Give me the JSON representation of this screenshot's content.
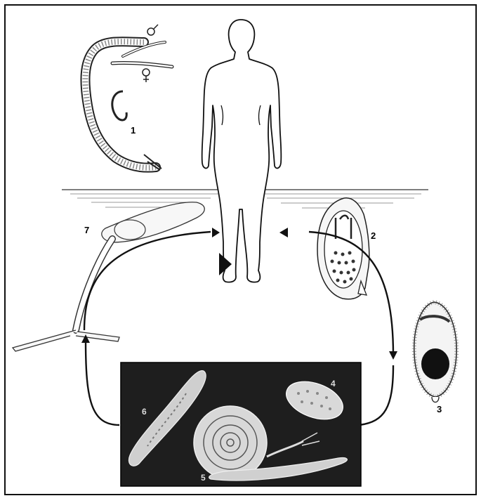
{
  "figure": {
    "labels": {
      "stage1": "1",
      "stage2": "2",
      "stage3": "3",
      "stage4": "4",
      "stage5": "5",
      "stage6": "6",
      "stage7": "7",
      "male_symbol": "♂",
      "female_symbol": "♀"
    },
    "colors": {
      "line": "#111111",
      "panel": "#1e1e1e",
      "water": "#bbbbbb",
      "background": "#ffffff"
    }
  }
}
